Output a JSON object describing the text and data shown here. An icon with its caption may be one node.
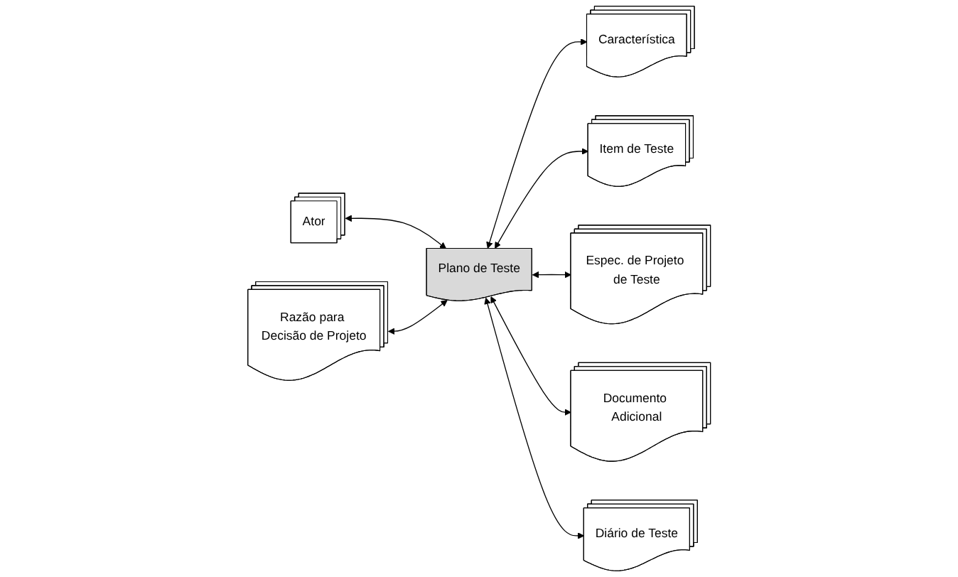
{
  "diagram": {
    "nodes": [
      {
        "text": [
          "Característica"
        ]
      },
      {
        "text": [
          "Ator"
        ]
      },
      {
        "text": [
          "Item de Teste"
        ]
      },
      {
        "text": [
          "Plano de Teste"
        ]
      },
      {
        "text": [
          "Razão para Decisão de Projeto"
        ]
      },
      {
        "text": [
          "Espec. de Projeto de Teste"
        ]
      },
      {
        "text": [
          "Documento Adicional"
        ]
      },
      {
        "text": [
          "Diário de Teste"
        ]
      }
    ],
    "edges": [
      {
        "from": 1,
        "to": 3,
        "arrow": "both"
      },
      {
        "from": 4,
        "to": 3,
        "arrow": "both"
      },
      {
        "from": 3,
        "to": 0,
        "arrow": "both"
      },
      {
        "from": 3,
        "to": 2,
        "arrow": "both"
      },
      {
        "from": 3,
        "to": 5,
        "arrow": "both"
      },
      {
        "from": 3,
        "to": 6,
        "arrow": "both"
      },
      {
        "from": 3,
        "to": 7,
        "arrow": "both"
      }
    ]
  }
}
